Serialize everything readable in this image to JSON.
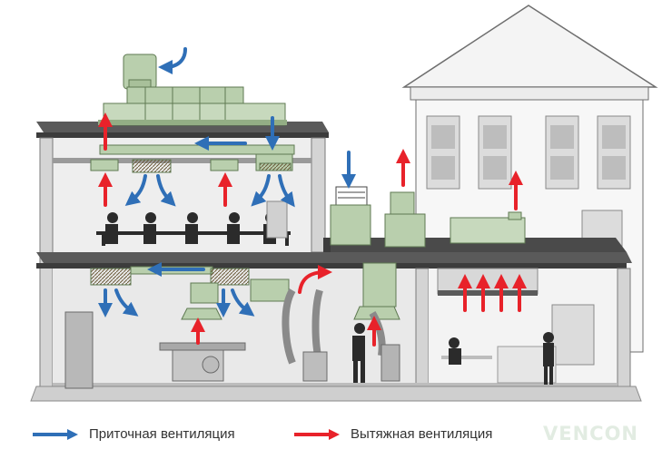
{
  "legend": {
    "supply_label": "Приточная вентиляция",
    "exhaust_label": "Вытяжная вентиляция"
  },
  "brand": {
    "text": "VENCON"
  },
  "colors": {
    "supply_arrow": "#2f6fb7",
    "exhaust_arrow": "#e8222a",
    "equipment": "#b9cfad",
    "equipment_dark": "#93ae85",
    "wall": "#e6e6e6",
    "slab": "#4a4a4a",
    "house": "#f2f2f2"
  },
  "icons": [
    "supply-arrow-icon",
    "exhaust-arrow-icon",
    "vencon-logo-icon"
  ]
}
